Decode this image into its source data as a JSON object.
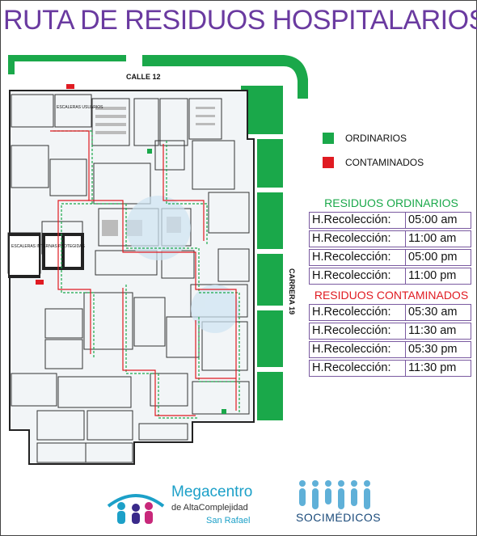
{
  "title": "RUTA DE RESIDUOS HOSPITALARIOS",
  "map": {
    "street_top": "CALLE 12",
    "street_right": "CARRERA 19",
    "rooms": {
      "escaleras_usuarios": "ESCALERAS USUARIOS",
      "escaleras_internas": "ESCALERAS INTERNAS PROTEGIDAS"
    }
  },
  "legend": {
    "ordinary_label": "ORDINARIOS",
    "ordinary_color": "#1aa84a",
    "contaminated_label": "CONTAMINADOS",
    "contaminated_color": "#e01b22"
  },
  "schedules": {
    "ordinary_title": "RESIDUOS ORDINARIOS",
    "ordinary_title_color": "#1aa84a",
    "contaminated_title": "RESIDUOS CONTAMINADOS",
    "contaminated_title_color": "#e01b22",
    "row_label": "H.Recolección:",
    "ordinary_times": [
      "05:00 am",
      "11:00 am",
      "05:00 pm",
      "11:00 pm"
    ],
    "contaminated_times": [
      "05:30 am",
      "11:30 am",
      "05:30 pm",
      "11:30 pm"
    ]
  },
  "logos": {
    "megacentro_name": "Megacentro",
    "megacentro_sub": "de AltaComplejidad",
    "megacentro_place": "San Rafael",
    "socimedicos_name": "SOCIMÉDICOS"
  }
}
